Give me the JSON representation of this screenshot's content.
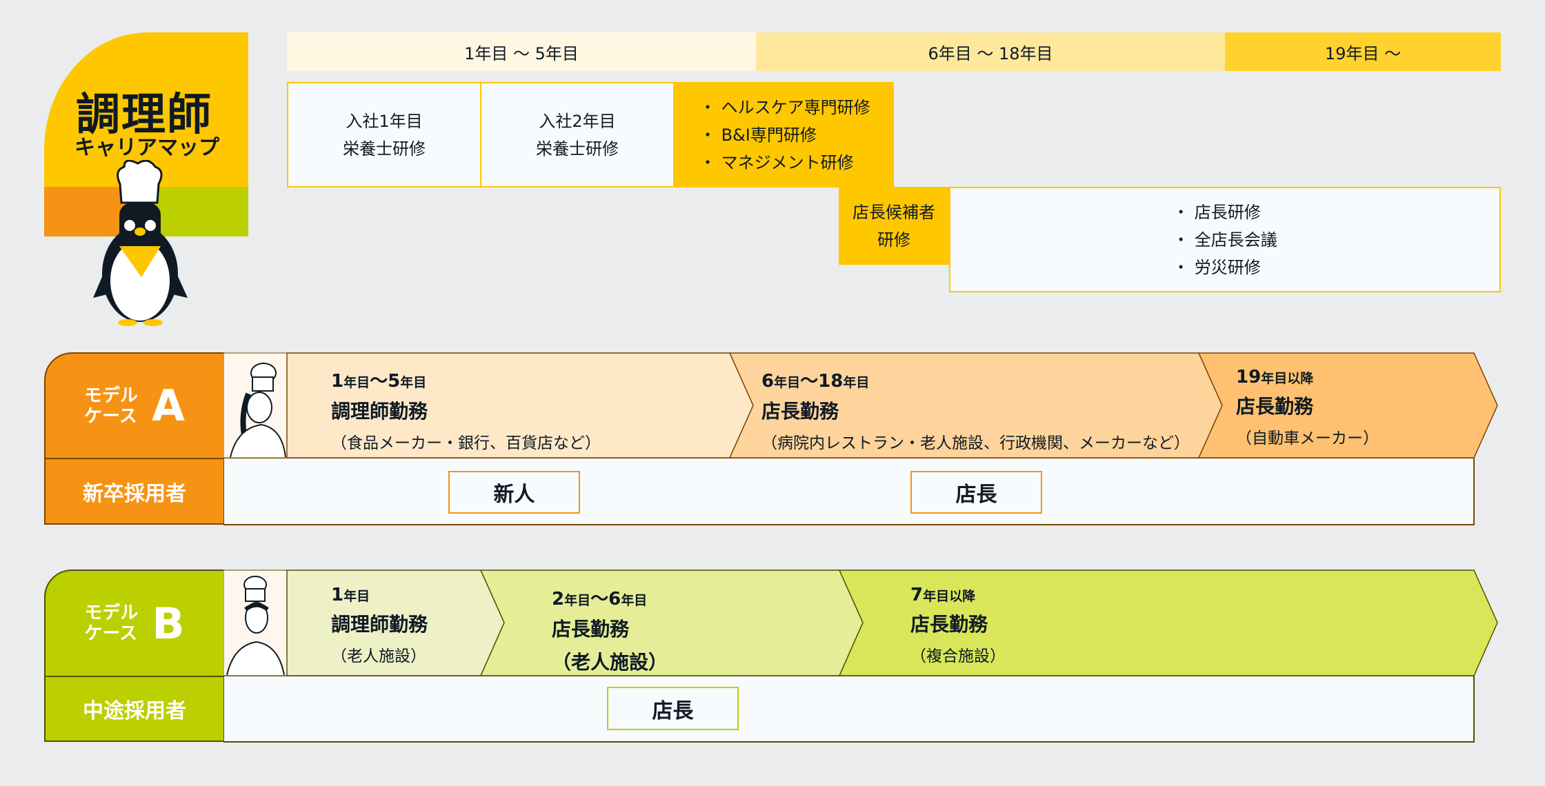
{
  "logo": {
    "title": "調理師",
    "subtitle": "キャリアマップ"
  },
  "years": [
    "1年目 ～ 5年目",
    "6年目 ～ 18年目",
    "19年目 ～"
  ],
  "training": {
    "year1": [
      "入社1年目",
      "栄養士研修"
    ],
    "year2": [
      "入社2年目",
      "栄養士研修"
    ],
    "specialized": [
      "・ ヘルスケア専門研修",
      "・ B&I専門研修",
      "・ マネジメント研修"
    ],
    "candidate": [
      "店長候補者",
      "研修"
    ],
    "manager": [
      "・ 店長研修",
      "・ 全店長会議",
      "・ 労災研修"
    ]
  },
  "colors": {
    "yellow": "#ffc700",
    "orange": "#f69314",
    "green": "#bccf00"
  },
  "modelA": {
    "label1": "モデル",
    "label2": "ケース",
    "letter": "A",
    "hire": "新卒採用者",
    "stages": [
      {
        "num1": "1",
        "u1": "年目",
        "sep": "～",
        "num2": "5",
        "u2": "年目",
        "title": "調理師勤務",
        "note": "（食品メーカー・銀行、百貨店など）"
      },
      {
        "num1": "6",
        "u1": "年目",
        "sep": "～",
        "num2": "18",
        "u2": "年目",
        "title": "店長勤務",
        "note": "（病院内レストラン・老人施設、行政機関、メーカーなど）"
      },
      {
        "num1": "19",
        "u1": "年目以降",
        "sep": "",
        "num2": "",
        "u2": "",
        "title": "店長勤務",
        "note": "（自動車メーカー）"
      }
    ],
    "roles": [
      "新人",
      "店長"
    ]
  },
  "modelB": {
    "label1": "モデル",
    "label2": "ケース",
    "letter": "B",
    "hire": "中途採用者",
    "stages": [
      {
        "num1": "1",
        "u1": "年目",
        "sep": "",
        "num2": "",
        "u2": "",
        "title": "調理師勤務",
        "note": "（老人施設）"
      },
      {
        "num1": "2",
        "u1": "年目",
        "sep": "～",
        "num2": "6",
        "u2": "年目",
        "title": "店長勤務",
        "note": "（老人施設）"
      },
      {
        "num1": "7",
        "u1": "年目以降",
        "sep": "",
        "num2": "",
        "u2": "",
        "title": "店長勤務",
        "note": "（複合施設）"
      }
    ],
    "roles": [
      "店長"
    ]
  }
}
